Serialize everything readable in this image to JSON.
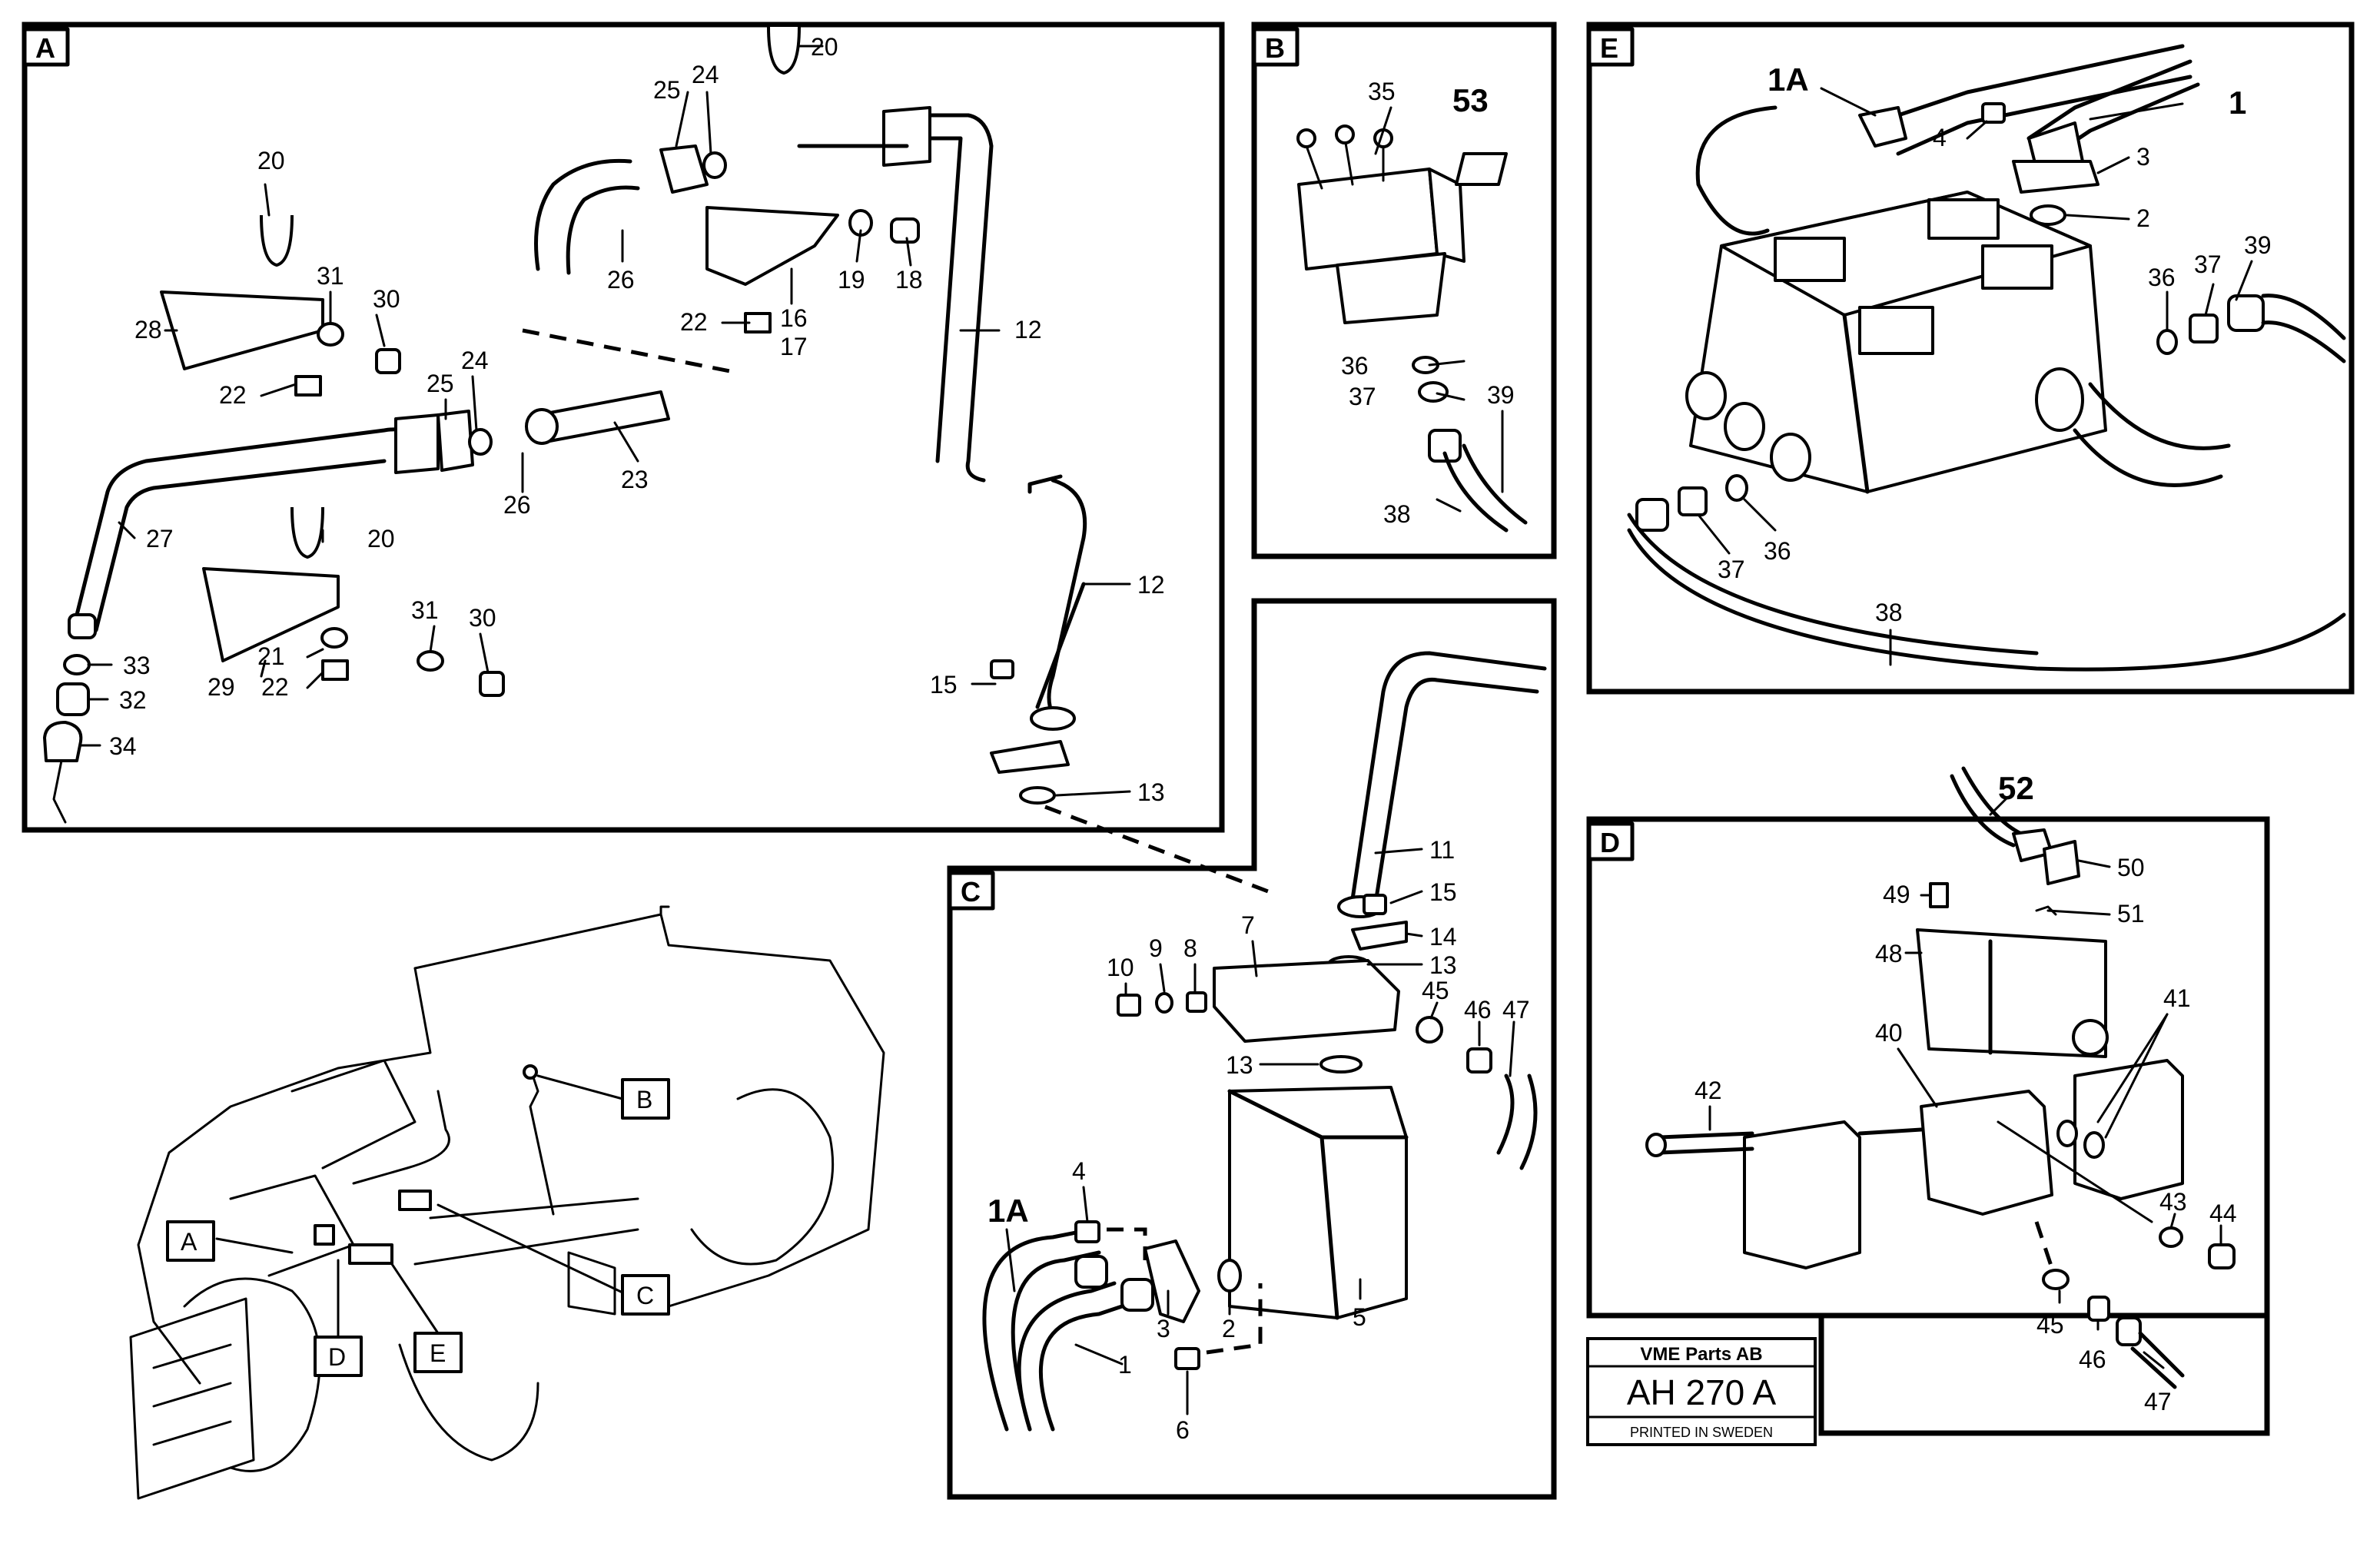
{
  "title_block": {
    "company": "VME Parts AB",
    "code": "AH 270 A",
    "printed": "PRINTED IN SWEDEN"
  },
  "sections": {
    "A": "A",
    "B": "B",
    "C": "C",
    "D": "D",
    "E": "E"
  },
  "overview_callouts": {
    "A": "A",
    "B": "B",
    "C": "C",
    "D": "D",
    "E": "E"
  },
  "labels": {
    "A": [
      "20",
      "25",
      "24",
      "20",
      "31",
      "30",
      "28",
      "22",
      "26",
      "19",
      "18",
      "16",
      "17",
      "12",
      "22",
      "25",
      "24",
      "23",
      "26",
      "27",
      "20",
      "31",
      "30",
      "21",
      "29",
      "22",
      "33",
      "32",
      "34",
      "12",
      "15",
      "13"
    ],
    "B": [
      "35",
      "53",
      "36",
      "37",
      "39",
      "38"
    ],
    "C": [
      "11",
      "15",
      "14",
      "13",
      "7",
      "10",
      "9",
      "8",
      "45",
      "46",
      "47",
      "13",
      "1A",
      "4",
      "3",
      "2",
      "5",
      "1",
      "6"
    ],
    "D": [
      "52",
      "50",
      "49",
      "51",
      "48",
      "41",
      "40",
      "42",
      "43",
      "44",
      "45",
      "46",
      "47"
    ],
    "E": [
      "1A",
      "1",
      "4",
      "3",
      "2",
      "39",
      "36",
      "37",
      "36",
      "37",
      "38"
    ]
  }
}
